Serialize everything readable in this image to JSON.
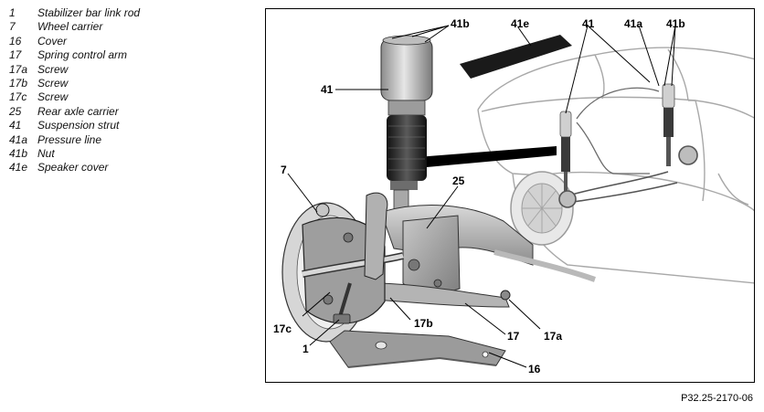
{
  "legend": [
    {
      "key": "1",
      "label": "Stabilizer bar link rod"
    },
    {
      "key": "7",
      "label": "Wheel carrier"
    },
    {
      "key": "16",
      "label": "Cover"
    },
    {
      "key": "17",
      "label": "Spring control arm"
    },
    {
      "key": "17a",
      "label": "Screw"
    },
    {
      "key": "17b",
      "label": "Screw"
    },
    {
      "key": "17c",
      "label": "Screw"
    },
    {
      "key": "25",
      "label": "Rear axle carrier"
    },
    {
      "key": "41",
      "label": "Suspension strut"
    },
    {
      "key": "41a",
      "label": "Pressure line"
    },
    {
      "key": "41b",
      "label": "Nut"
    },
    {
      "key": "41e",
      "label": "Speaker cover"
    }
  ],
  "callouts": {
    "c41b_top": "41b",
    "c41e": "41e",
    "c41_car": "41",
    "c41a": "41a",
    "c41b_car": "41b",
    "c41_strut": "41",
    "c7": "7",
    "c25": "25",
    "c17c": "17c",
    "c17b": "17b",
    "c17": "17",
    "c17a": "17a",
    "c1": "1",
    "c16": "16"
  },
  "figure_code": "P32.25-2170-06"
}
